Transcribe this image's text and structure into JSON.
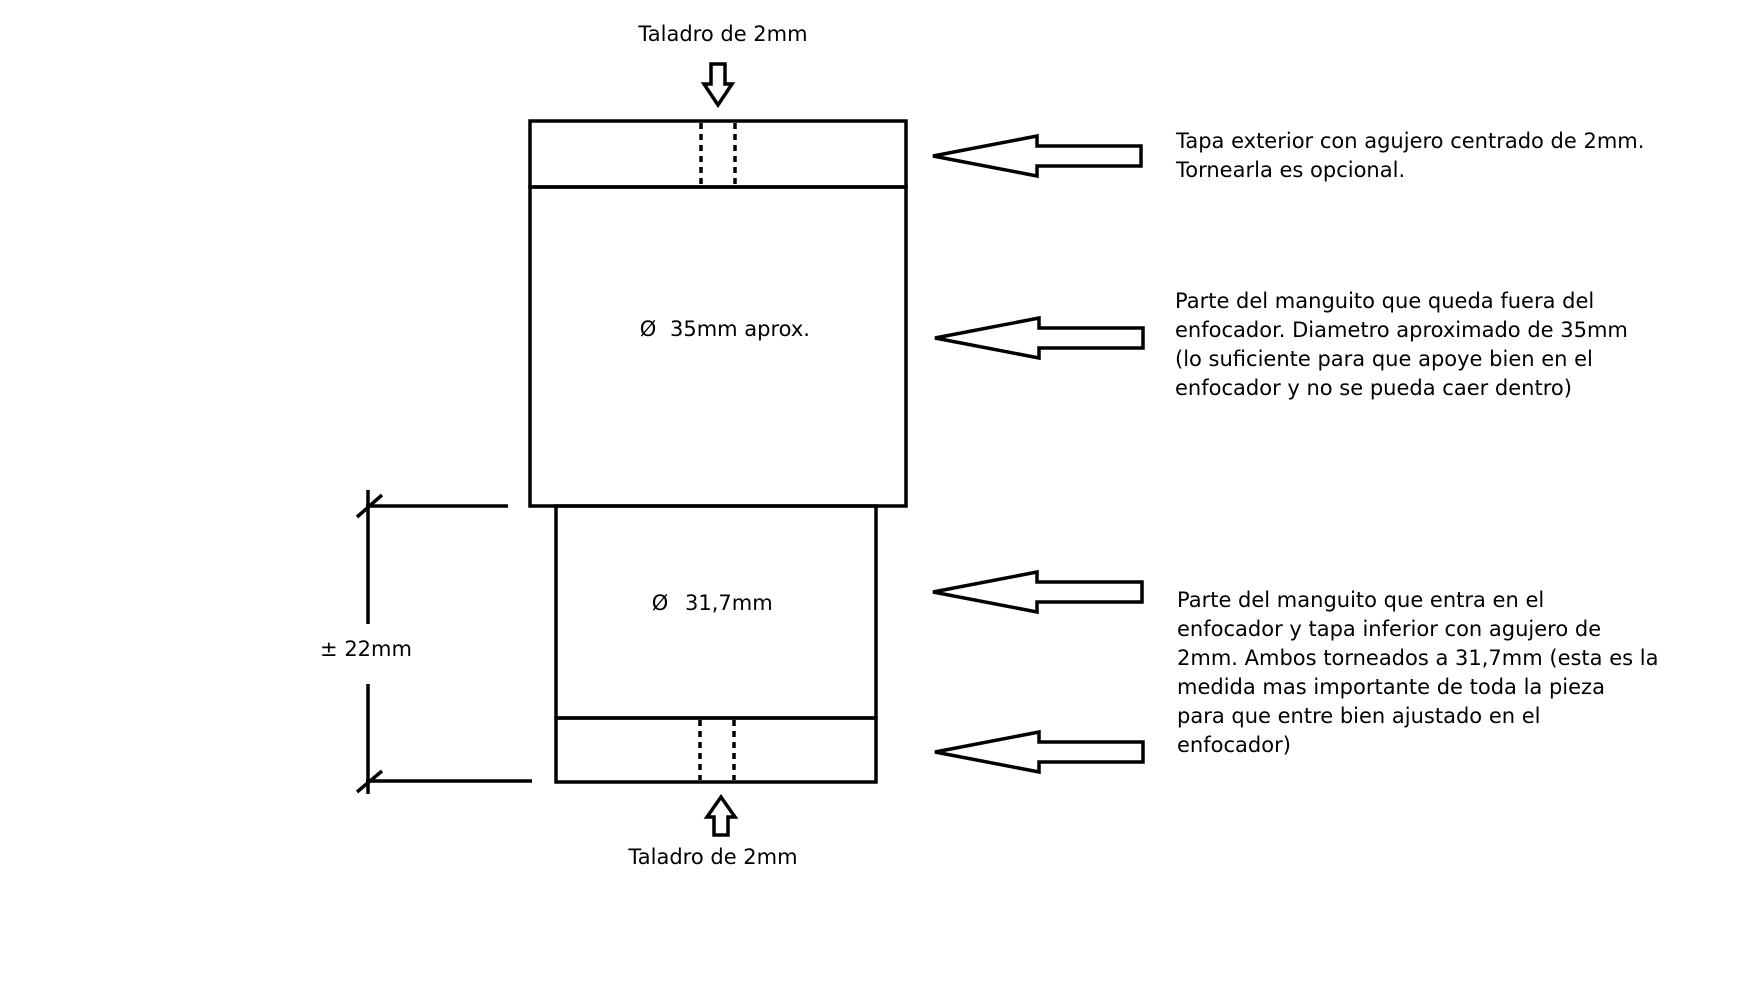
{
  "drill_top": "Taladro de 2mm",
  "drill_bottom": "Taladro de 2mm",
  "upper_diameter_symbol": "Ø",
  "upper_diameter": "35mm aprox.",
  "lower_diameter_symbol": "Ø",
  "lower_diameter": "31,7mm",
  "length_dimension": "± 22mm",
  "notes": {
    "top_cap": [
      "Tapa exterior con agujero centrado de 2mm.",
      "Tornearla es opcional."
    ],
    "outer_sleeve": [
      "Parte del manguito que queda fuera del",
      "enfocador. Diametro aproximado de 35mm",
      "(lo suficiente para que apoye bien en el",
      "enfocador y no se pueda caer dentro)"
    ],
    "inner_sleeve": [
      "Parte del manguito que entra en el",
      "enfocador y tapa inferior con agujero de",
      "2mm. Ambos torneados a 31,7mm (esta es la",
      "medida mas importante de toda la pieza",
      "para que entre bien ajustado en el",
      "enfocador)"
    ]
  },
  "colors": {
    "line": "#000000",
    "background": "#ffffff"
  }
}
